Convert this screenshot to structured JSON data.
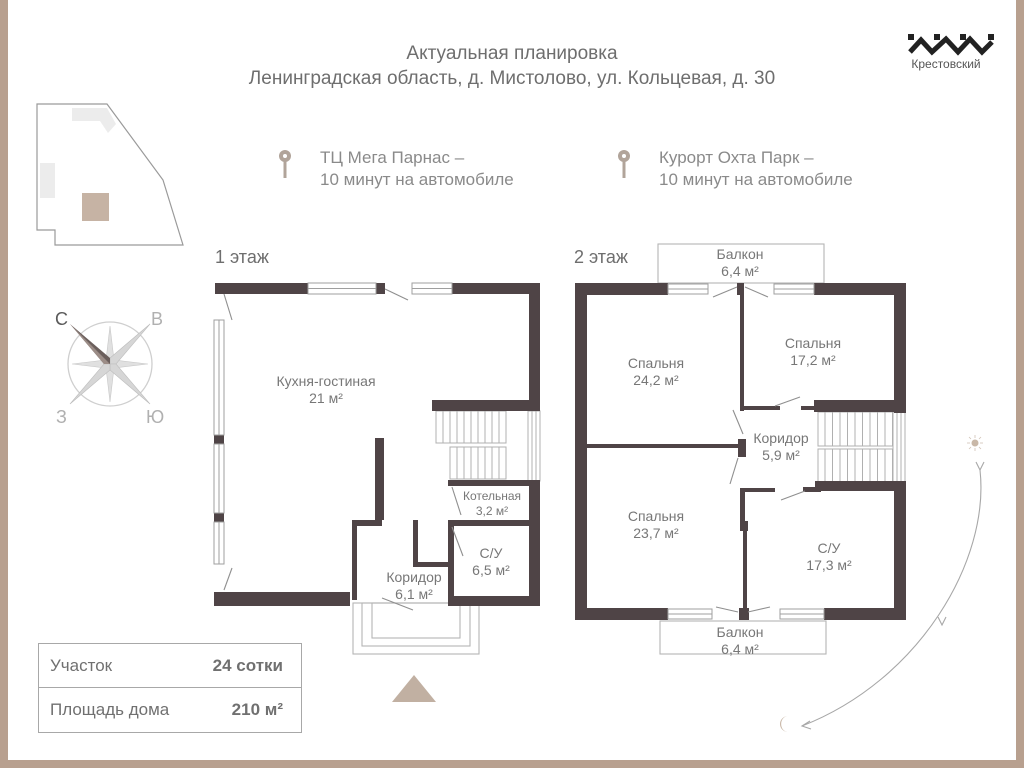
{
  "header": {
    "title": "Актуальная планировка",
    "address": "Ленинградская область, д. Мистолово, ул. Кольцевая, д. 30"
  },
  "brand": {
    "logo_icon": "krestovsky-logo-icon",
    "name": "Крестовский"
  },
  "points_of_interest": [
    {
      "icon": "map-pin-icon",
      "name": "ТЦ Мега Парнас –",
      "travel": "10 минут на автомобиле"
    },
    {
      "icon": "map-pin-icon",
      "name": "Курорт Охта Парк –",
      "travel": "10 минут на автомобиле"
    }
  ],
  "compass": {
    "north": "С",
    "east": "В",
    "west": "З",
    "south": "Ю"
  },
  "floors": [
    {
      "label": "1 этаж",
      "rooms": [
        {
          "name": "Кухня-гостиная",
          "area": "21 м²"
        },
        {
          "name": "Котельная",
          "area": "3,2 м²"
        },
        {
          "name": "С/У",
          "area": "6,5 м²"
        },
        {
          "name": "Коридор",
          "area": "6,1 м²"
        }
      ]
    },
    {
      "label": "2 этаж",
      "rooms": [
        {
          "name": "Балкон",
          "area": "6,4 м²"
        },
        {
          "name": "Спальня",
          "area": "24,2 м²"
        },
        {
          "name": "Спальня",
          "area": "17,2 м²"
        },
        {
          "name": "Коридор",
          "area": "5,9 м²"
        },
        {
          "name": "Спальня",
          "area": "23,7 м²"
        },
        {
          "name": "С/У",
          "area": "17,3 м²"
        },
        {
          "name": "Балкон",
          "area": "6,4 м²"
        }
      ]
    }
  ],
  "summary": [
    {
      "label": "Участок",
      "value": "24 сотки"
    },
    {
      "label": "Площадь дома",
      "value": "210 м²"
    }
  ],
  "sun_path": {
    "start_icon": "sun-icon",
    "end_icon": "moon-icon"
  },
  "colors": {
    "frame": "#b8a08f",
    "wall": "#4f4446",
    "accent": "#b9a392",
    "text": "#707070"
  }
}
